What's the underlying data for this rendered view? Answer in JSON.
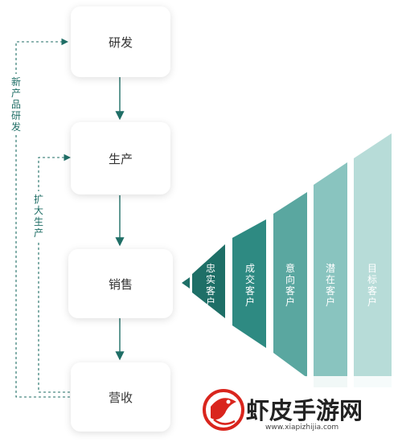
{
  "flow": {
    "steps": [
      "研发",
      "生产",
      "销售",
      "营收"
    ],
    "feedback_labels": [
      "新产品研发",
      "扩大生产"
    ]
  },
  "funnel": {
    "tiers": [
      "忠实客户",
      "成交客户",
      "意向客户",
      "潜在客户",
      "目标客户"
    ],
    "colors": [
      "#1e6f67",
      "#2e8a82",
      "#5aa7a0",
      "#89c4bf",
      "#b7dcd8"
    ]
  },
  "watermark": {
    "text": "虾皮手游网",
    "url": "www.xiapizhijia.com"
  },
  "colors": {
    "arrow": "#1f6e66",
    "box_text": "#333333"
  }
}
